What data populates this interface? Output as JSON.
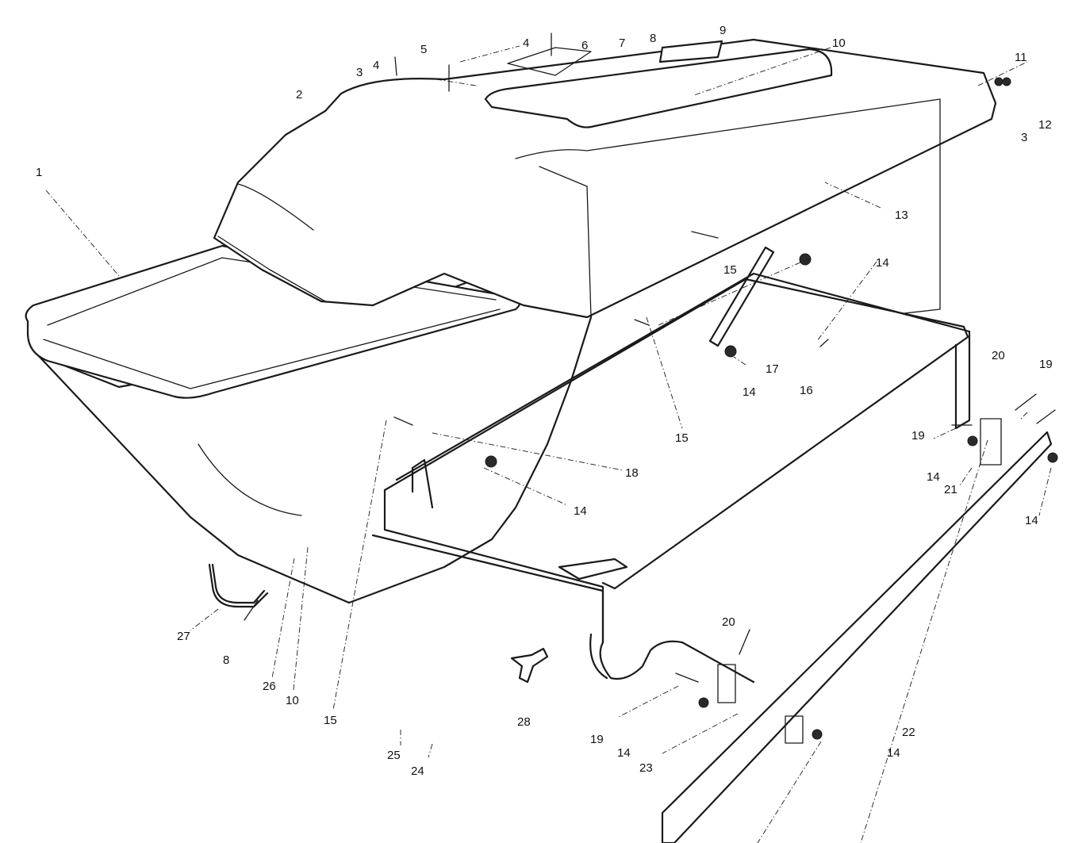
{
  "callouts": [
    {
      "id": "c1",
      "label": "1"
    },
    {
      "id": "c2",
      "label": "2"
    },
    {
      "id": "c3a",
      "label": "3"
    },
    {
      "id": "c3b",
      "label": "3"
    },
    {
      "id": "c4a",
      "label": "4"
    },
    {
      "id": "c4b",
      "label": "4"
    },
    {
      "id": "c5",
      "label": "5"
    },
    {
      "id": "c6",
      "label": "6"
    },
    {
      "id": "c7",
      "label": "7"
    },
    {
      "id": "c8a",
      "label": "8"
    },
    {
      "id": "c8b",
      "label": "8"
    },
    {
      "id": "c9",
      "label": "9"
    },
    {
      "id": "c10a",
      "label": "10"
    },
    {
      "id": "c10b",
      "label": "10"
    },
    {
      "id": "c11",
      "label": "11"
    },
    {
      "id": "c12",
      "label": "12"
    },
    {
      "id": "c13",
      "label": "13"
    },
    {
      "id": "c14a",
      "label": "14"
    },
    {
      "id": "c14b",
      "label": "14"
    },
    {
      "id": "c14c",
      "label": "14"
    },
    {
      "id": "c14d",
      "label": "14"
    },
    {
      "id": "c14e",
      "label": "14"
    },
    {
      "id": "c14f",
      "label": "14"
    },
    {
      "id": "c14g",
      "label": "14"
    },
    {
      "id": "c15a",
      "label": "15"
    },
    {
      "id": "c15b",
      "label": "15"
    },
    {
      "id": "c15c",
      "label": "15"
    },
    {
      "id": "c16",
      "label": "16"
    },
    {
      "id": "c17",
      "label": "17"
    },
    {
      "id": "c18",
      "label": "18"
    },
    {
      "id": "c19a",
      "label": "19"
    },
    {
      "id": "c19b",
      "label": "19"
    },
    {
      "id": "c19c",
      "label": "19"
    },
    {
      "id": "c20a",
      "label": "20"
    },
    {
      "id": "c20b",
      "label": "20"
    },
    {
      "id": "c21",
      "label": "21"
    },
    {
      "id": "c22",
      "label": "22"
    },
    {
      "id": "c23",
      "label": "23"
    },
    {
      "id": "c24",
      "label": "24"
    },
    {
      "id": "c25",
      "label": "25"
    },
    {
      "id": "c26",
      "label": "26"
    },
    {
      "id": "c27",
      "label": "27"
    },
    {
      "id": "c28",
      "label": "28"
    }
  ]
}
